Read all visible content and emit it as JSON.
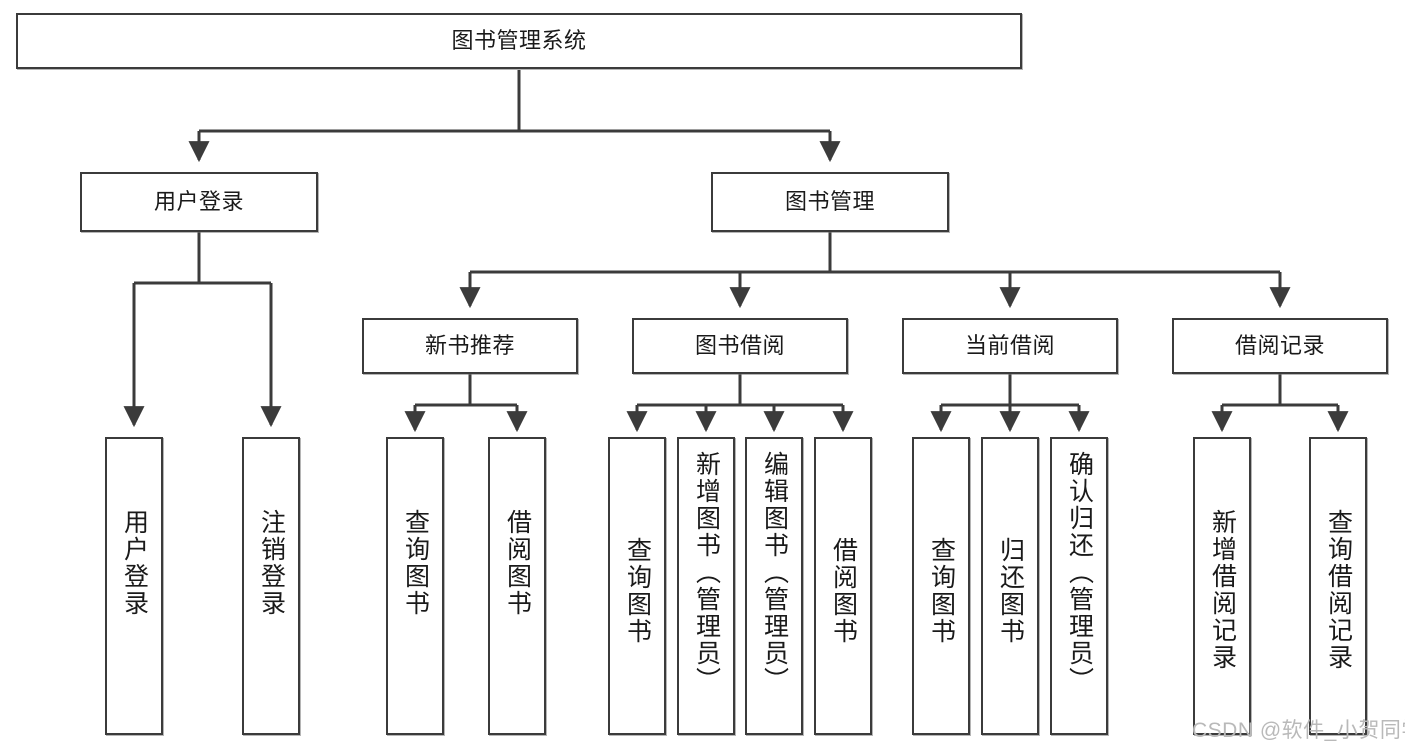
{
  "diagram": {
    "title": "图书管理系统",
    "type": "tree",
    "colors": {
      "stroke": "#3b3b3b",
      "fill": "#ffffff",
      "text": "#1a1a1a",
      "watermark": "#b9b9b9"
    },
    "watermark": "CSDN @软件_小贺同学",
    "levels": {
      "root": {
        "label": "图书管理系统"
      },
      "level2": [
        {
          "label": "用户登录"
        },
        {
          "label": "图书管理"
        }
      ],
      "level3": [
        {
          "label": "新书推荐"
        },
        {
          "label": "图书借阅"
        },
        {
          "label": "当前借阅"
        },
        {
          "label": "借阅记录"
        }
      ],
      "leaves": {
        "user_login": [
          {
            "label": "用户登录"
          },
          {
            "label": "注销登录"
          }
        ],
        "new_book_recommend": [
          {
            "label": "查询图书"
          },
          {
            "label": "借阅图书"
          }
        ],
        "book_borrow": [
          {
            "label": "查询图书"
          },
          {
            "label": "新增图书（管理员）"
          },
          {
            "label": "编辑图书（管理员）"
          },
          {
            "label": "借阅图书"
          }
        ],
        "current_borrow": [
          {
            "label": "查询图书"
          },
          {
            "label": "归还图书"
          },
          {
            "label": "确认归还（管理员）"
          }
        ],
        "borrow_record": [
          {
            "label": "新增借阅记录"
          },
          {
            "label": "查询借阅记录"
          }
        ]
      }
    }
  }
}
